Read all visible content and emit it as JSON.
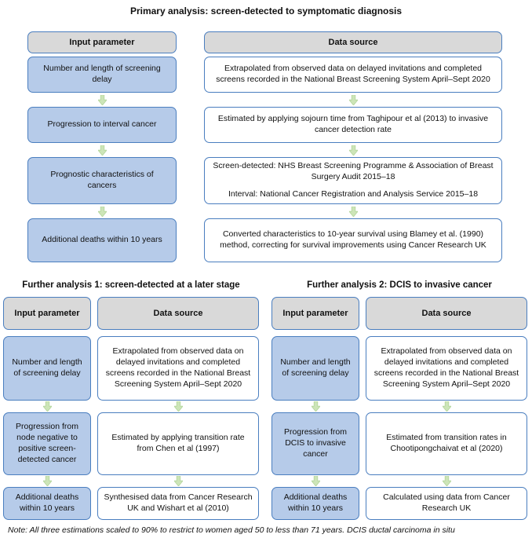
{
  "colors": {
    "box_border": "#4a7ebf",
    "input_box_fill": "#b6cbe9",
    "header_box_fill": "#d9d9d9",
    "arrow_fill": "#cde5b8",
    "arrow_stroke": "#b2d59b"
  },
  "primary": {
    "title": "Primary analysis: screen-detected to symptomatic diagnosis",
    "input_header": "Input parameter",
    "source_header": "Data source",
    "rows": [
      {
        "input": "Number and length of screening delay",
        "source": "Extrapolated from observed data on delayed invitations and completed screens recorded in the National Breast Screening System April–Sept 2020"
      },
      {
        "input": "Progression to interval cancer",
        "source": "Estimated by applying sojourn time from Taghipour et al (2013) to invasive cancer detection rate"
      },
      {
        "input": "Prognostic characteristics of cancers",
        "source": "Screen-detected: NHS Breast Screening Programme & Association of Breast Surgery Audit 2015–18",
        "source2": "Interval: National Cancer Registration and Analysis Service 2015–18"
      },
      {
        "input": "Additional deaths within 10 years",
        "source": "Converted characteristics to 10-year survival using Blamey et al. (1990) method, correcting for survival improvements using Cancer Research UK"
      }
    ]
  },
  "further1": {
    "title": "Further analysis 1: screen-detected at a later stage",
    "input_header": "Input parameter",
    "source_header": "Data source",
    "rows": [
      {
        "input": "Number and length of screening delay",
        "source": "Extrapolated from observed data on delayed invitations and completed screens recorded in the National Breast Screening System April–Sept 2020"
      },
      {
        "input": "Progression from node negative to positive screen-detected cancer",
        "source": "Estimated by applying transition rate from Chen et al (1997)"
      },
      {
        "input": "Additional deaths within 10 years",
        "source": "Synthesised data from Cancer Research UK and Wishart et al (2010)"
      }
    ]
  },
  "further2": {
    "title": "Further analysis 2: DCIS to invasive cancer",
    "input_header": "Input parameter",
    "source_header": "Data source",
    "rows": [
      {
        "input": "Number and length of screening delay",
        "source": "Extrapolated from observed data on delayed invitations and completed screens recorded in the National Breast Screening System April–Sept 2020"
      },
      {
        "input": "Progression from DCIS to invasive cancer",
        "source": "Estimated from transition rates in Chootipongchaivat et al (2020)"
      },
      {
        "input": "Additional deaths within 10 years",
        "source": "Calculated using data from Cancer Research UK"
      }
    ]
  },
  "note": "Note: All three estimations scaled to 90% to restrict to women aged 50 to less than 71 years. DCIS ductal carcinoma in situ"
}
